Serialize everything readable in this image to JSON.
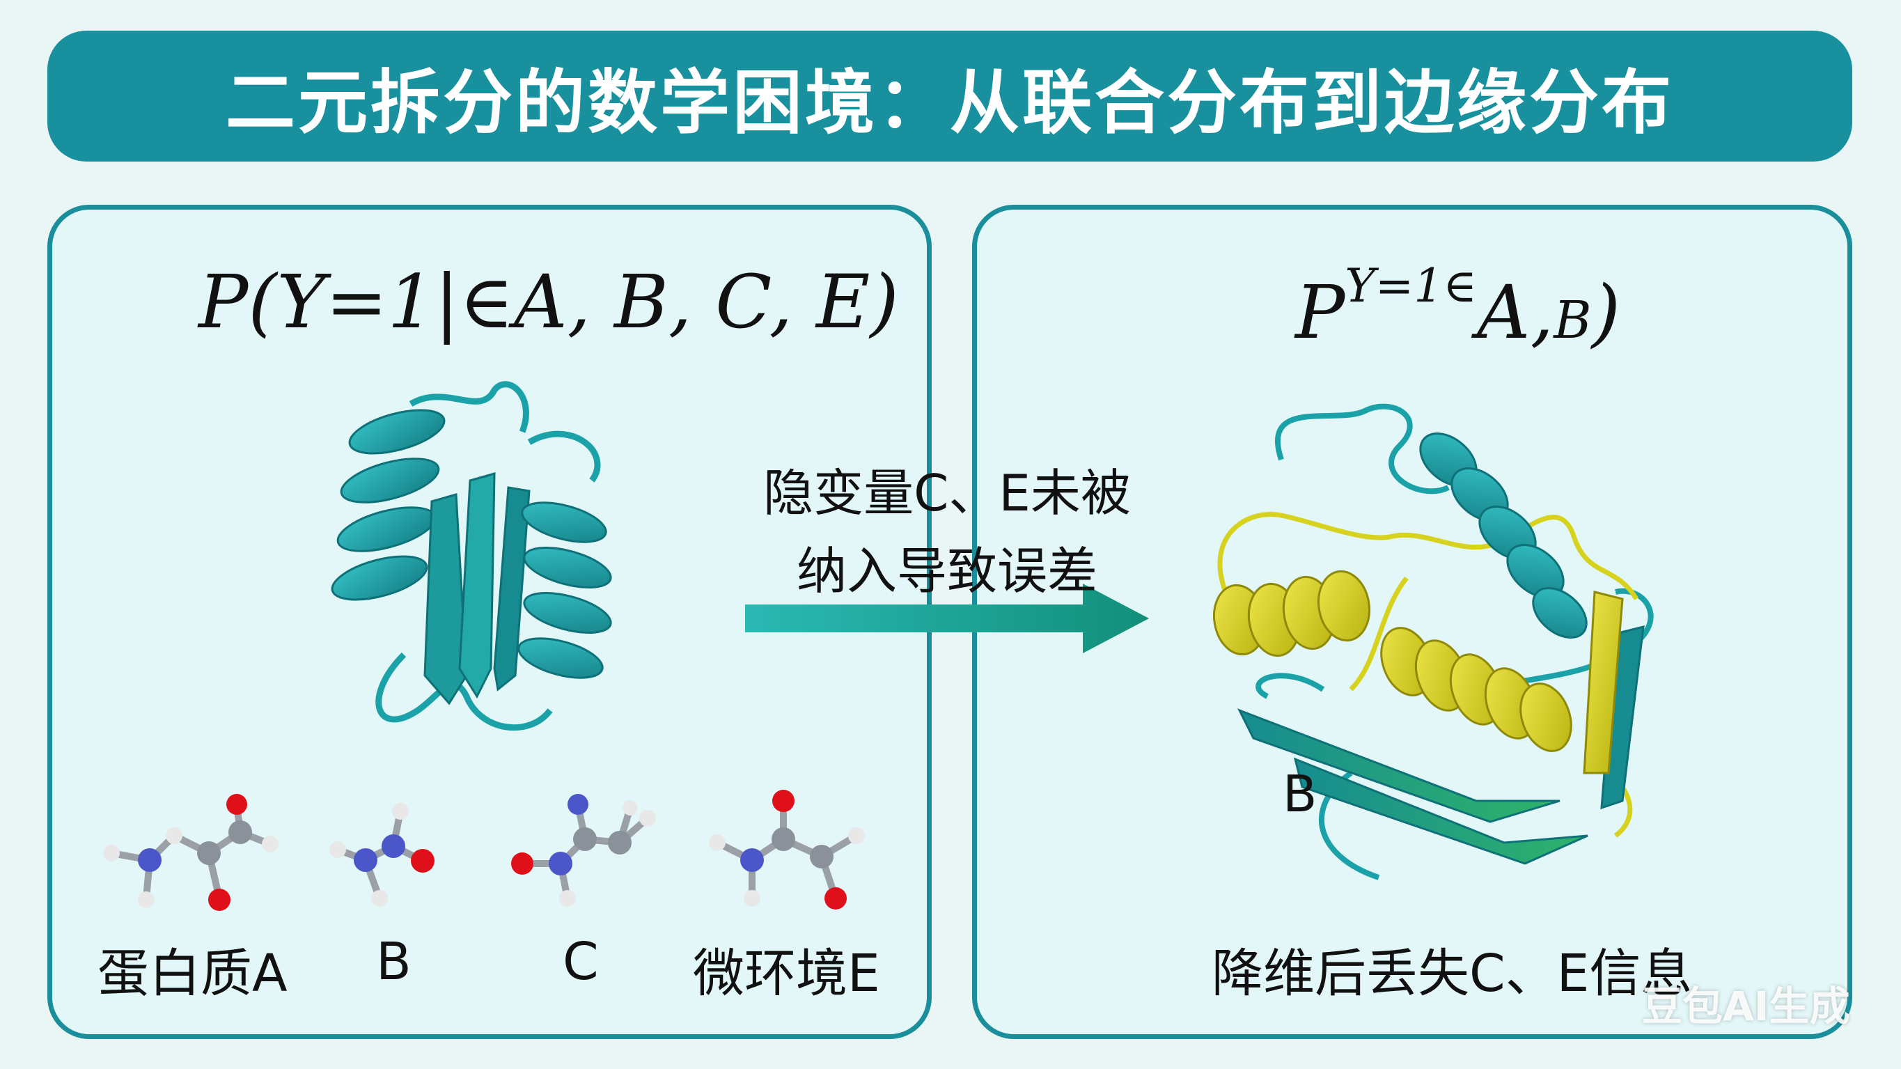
{
  "title": "二元拆分的数学困境：从联合分布到边缘分布",
  "left_panel": {
    "formula": "P(Y=1|∈A, B, C, E)",
    "molecules": [
      {
        "label": "蛋白质A"
      },
      {
        "label": "B"
      },
      {
        "label": "C"
      },
      {
        "label": "微环境E"
      }
    ]
  },
  "arrow": {
    "text_line1": "隐变量C、E未被",
    "text_line2": "纳入导致误差"
  },
  "right_panel": {
    "formula_main": "P",
    "formula_sup": "Y=1∈",
    "formula_tail": "A,",
    "formula_small": "B",
    "formula_close": ")",
    "protein_label": "B",
    "caption": "降维后丢失C、E信息"
  },
  "watermark": "豆包AI生成",
  "colors": {
    "teal": "#18909e",
    "protein_teal": "#1fa9ae",
    "protein_yellow": "#d6d21e",
    "panel_bg": "#e3f7f8",
    "oxygen": "#e0101a",
    "nitrogen": "#4b57c9",
    "carbon": "#8a919a",
    "hydrogen": "#e8e8e8"
  }
}
